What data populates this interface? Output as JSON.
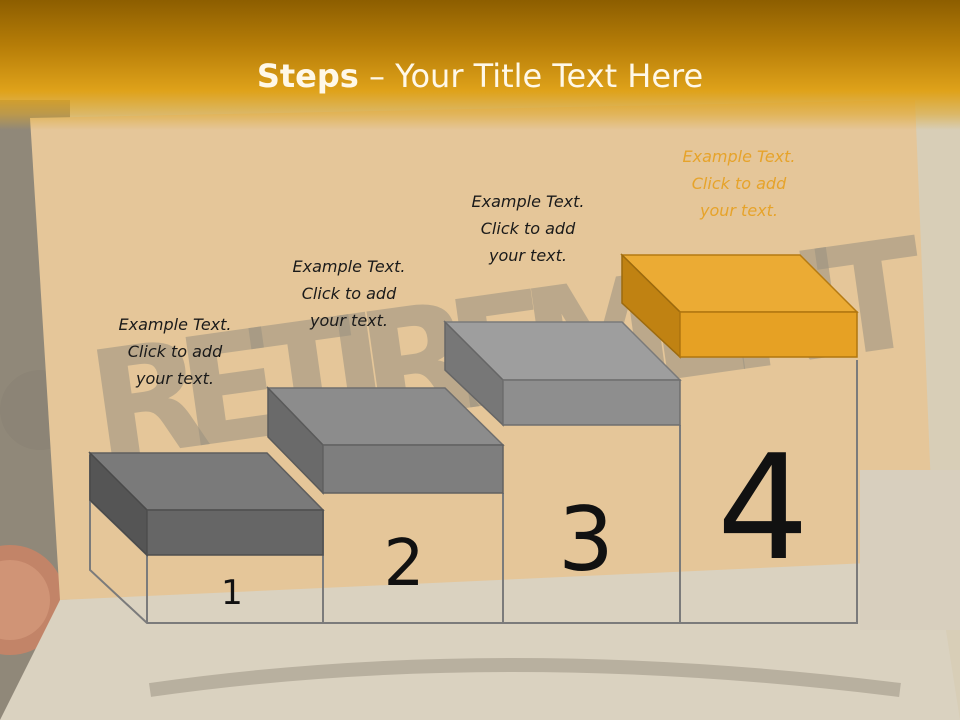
{
  "slide": {
    "title_bold": "Steps",
    "title_rest": " – Your Title Text Here"
  },
  "steps": [
    {
      "number": "1",
      "text_lines": [
        "Example Text.",
        "Click  to add",
        "your text."
      ]
    },
    {
      "number": "2",
      "text_lines": [
        "Example Text.",
        "Click  to add",
        "your text."
      ]
    },
    {
      "number": "3",
      "text_lines": [
        "Example Text.",
        "Click  to add",
        "your text."
      ]
    },
    {
      "number": "4",
      "text_lines": [
        "Example Text.",
        "Click  to add",
        "your text."
      ]
    }
  ],
  "background_text": "RETIREMENT",
  "colors": {
    "title_bar": "#b67d08",
    "step_gray": "#8a8a8a",
    "step_accent": "#e9a42a",
    "caption_accent": "#e6a32a"
  }
}
